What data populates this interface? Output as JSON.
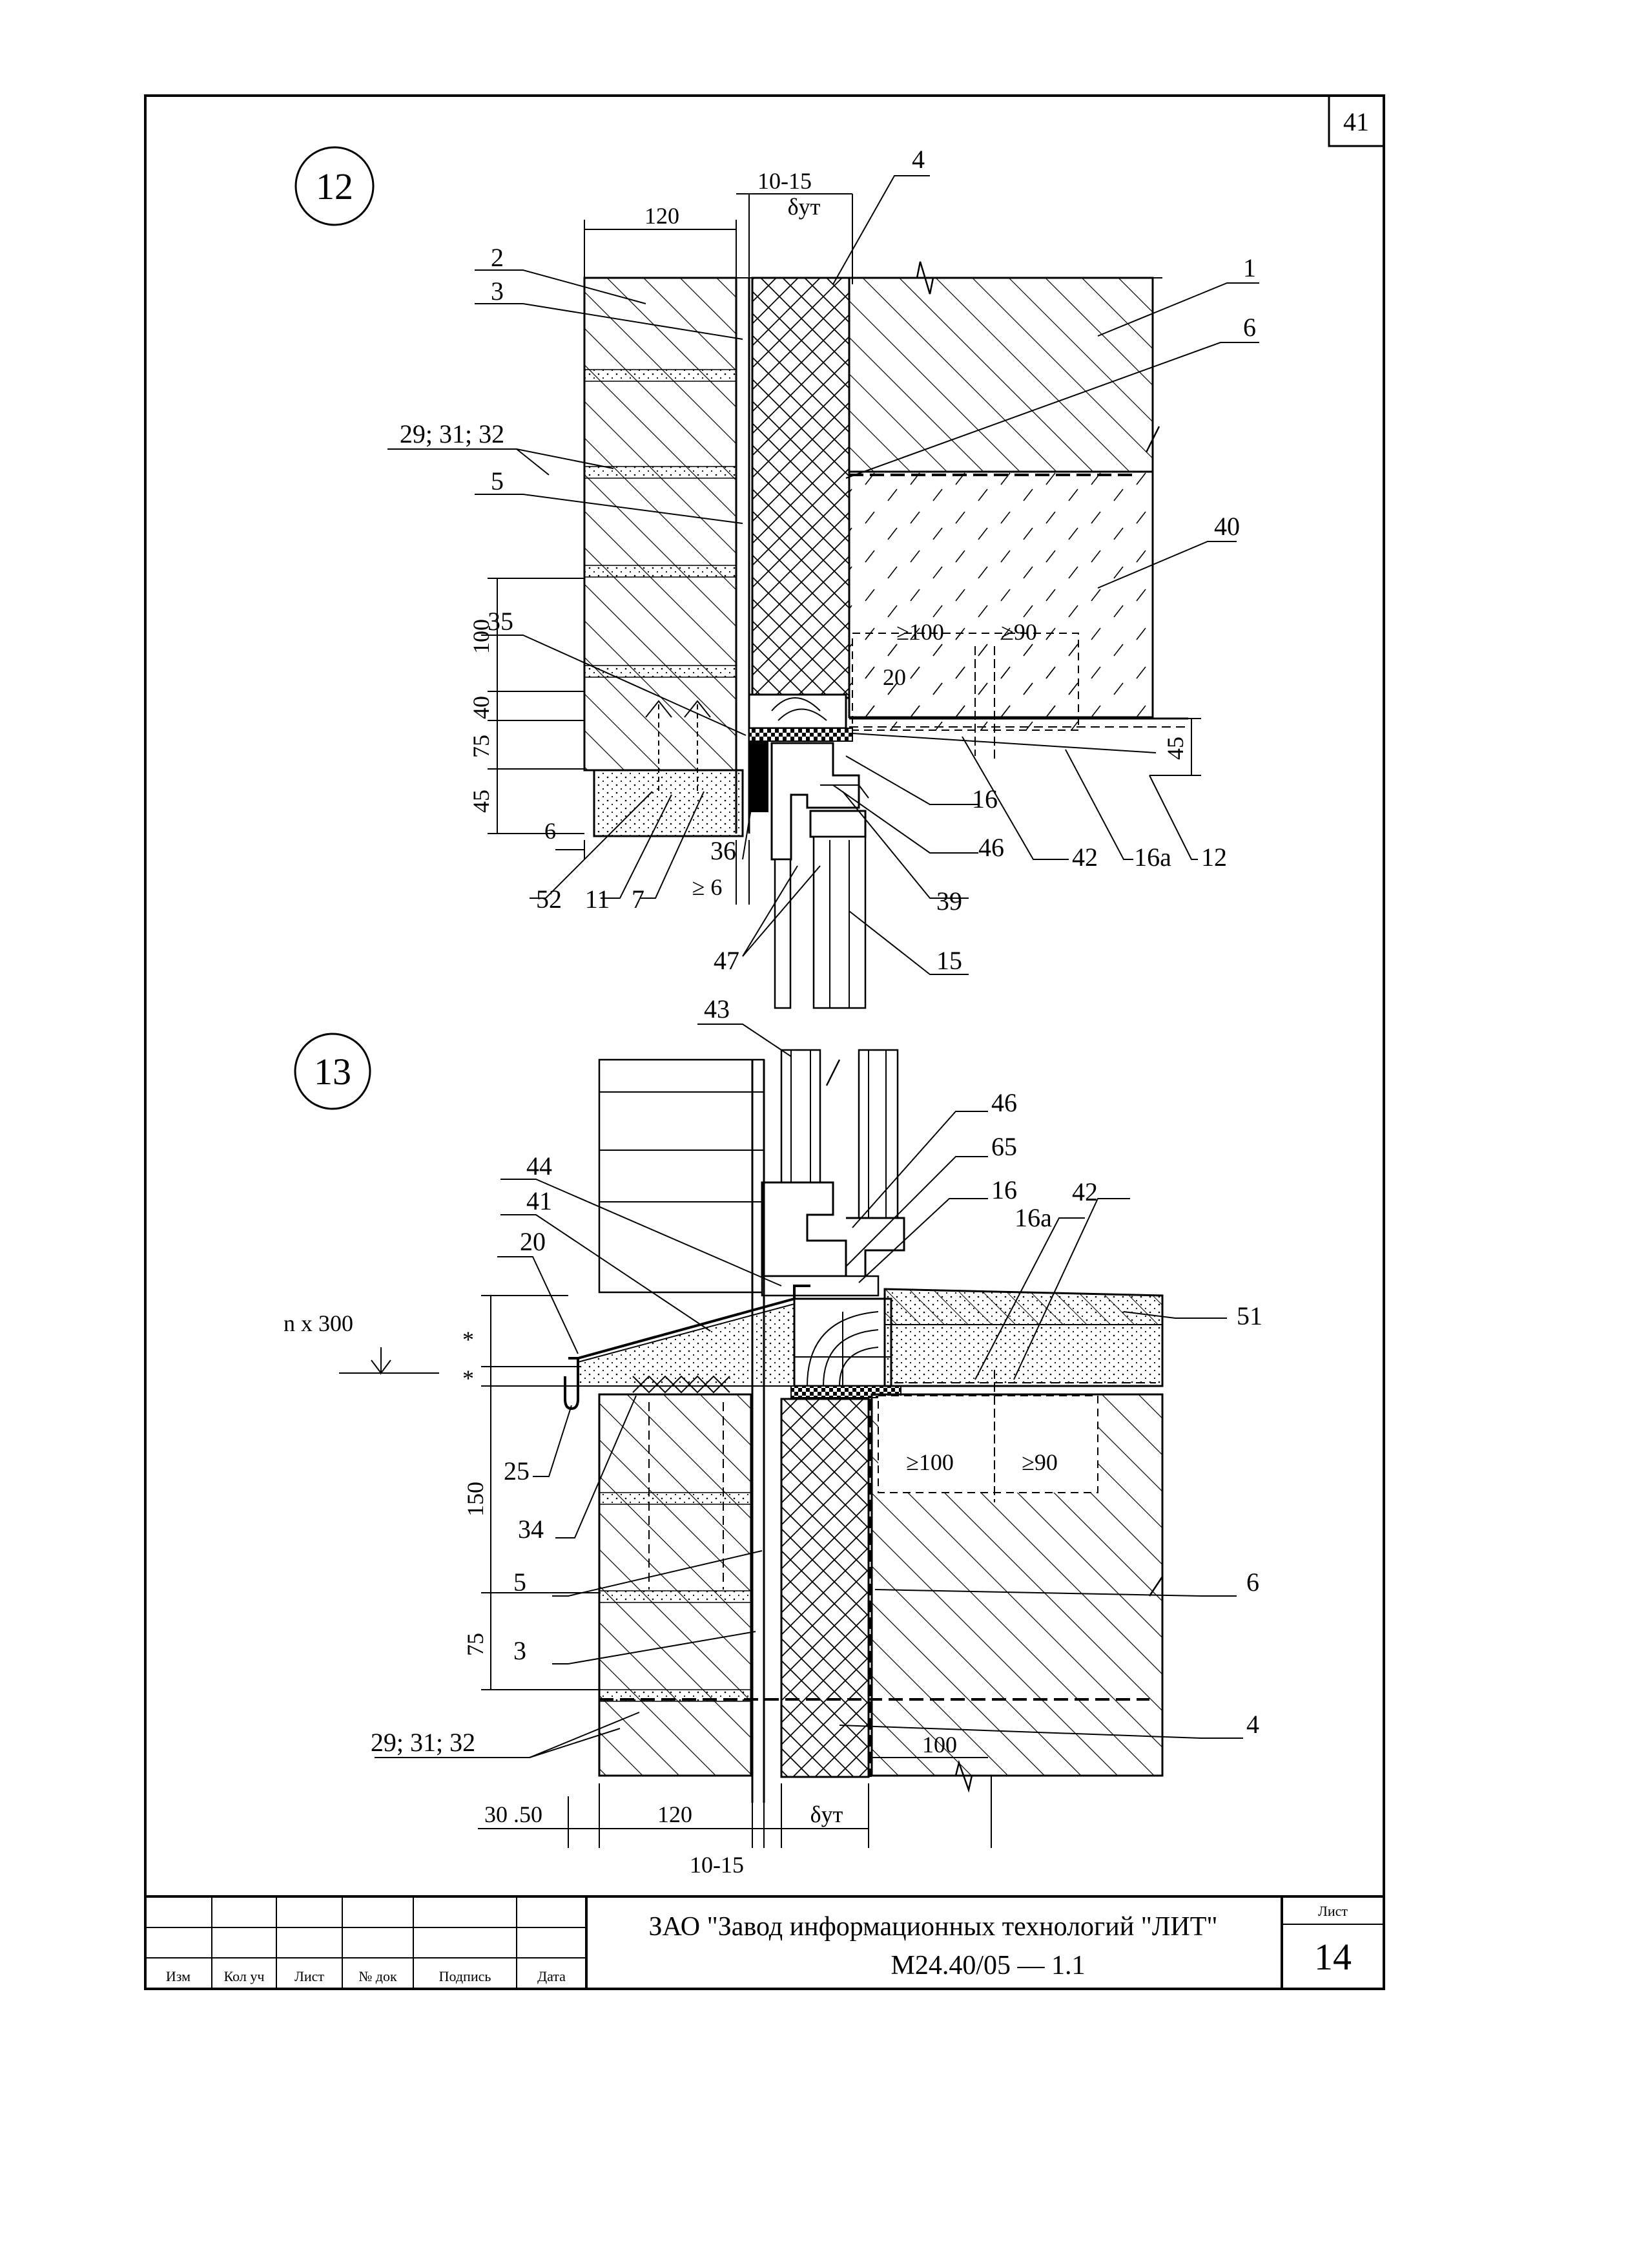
{
  "sheet": {
    "corner_number": "41",
    "detail_12_number": "12",
    "detail_13_number": "13"
  },
  "detail_12": {
    "dims": {
      "d120": "120",
      "d10_15": "10-15",
      "dut": "δут",
      "d100": "100",
      "d40": "40",
      "d75": "75",
      "d45_left": "45",
      "d6": "6",
      "d45_right": "45",
      "ge100": "≥100",
      "ge90": "≥90",
      "d20": "20",
      "ge6": "≥ 6"
    },
    "labels": {
      "l2": "2",
      "l3": "3",
      "l4": "4",
      "l1": "1",
      "l6": "6",
      "l29": "29; 31; 32",
      "l5": "5",
      "l40": "40",
      "l35": "35",
      "l16": "16",
      "l46": "46",
      "l36": "36",
      "l42": "42",
      "l16a": "16a",
      "l12": "12",
      "l52": "52",
      "l11": "11",
      "l7": "7",
      "l39": "39",
      "l47": "47",
      "l15": "15"
    }
  },
  "detail_13": {
    "dims": {
      "nx300": "n x 300",
      "star1": "*",
      "star2": "*",
      "d150": "150",
      "d75": "75",
      "ge100": "≥100",
      "ge90": "≥90",
      "d100": "100",
      "d30_50": "30 .50",
      "d120": "120",
      "dut": "δут",
      "d10_15": "10-15"
    },
    "labels": {
      "l43": "43",
      "l46": "46",
      "l65": "65",
      "l16": "16",
      "l42": "42",
      "l44": "44",
      "l41": "41",
      "l20": "20",
      "l16a": "16a",
      "l51": "51",
      "l25": "25",
      "l34": "34",
      "l5": "5",
      "l6": "6",
      "l3": "3",
      "l29": "29; 31; 32",
      "l4": "4"
    }
  },
  "title_block": {
    "company": "ЗАО \"Завод информационных технологий \"ЛИТ\"",
    "code": "М24.40/05   —  1.1",
    "sheet_label": "Лист",
    "sheet_number": "14",
    "columns": [
      "Изм",
      "Кол уч",
      "Лист",
      "№ док",
      "Подпись",
      "Дата"
    ]
  }
}
